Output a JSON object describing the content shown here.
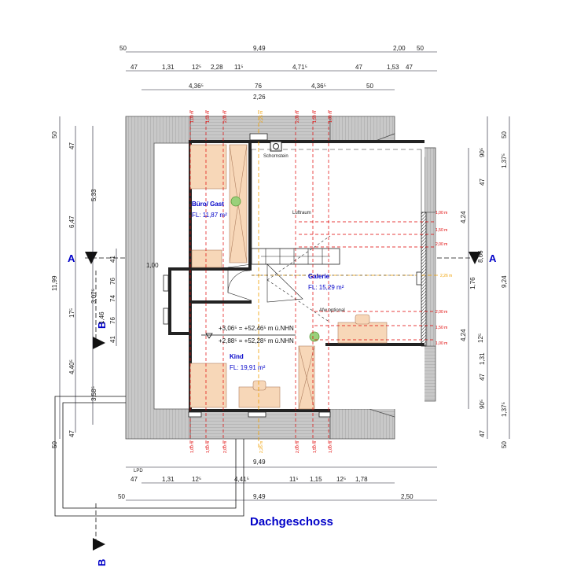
{
  "title": "Dachgeschoss",
  "rooms": [
    {
      "name": "Büro/ Gast",
      "area": "FL: 11,87 m²"
    },
    {
      "name": "Galerie",
      "area": "FL: 15,29 m²"
    },
    {
      "name": "Kind",
      "area": "FL: 19,91 m²"
    }
  ],
  "labels": {
    "schornstein": "Schornstein",
    "luftraum": "Luftraum",
    "afw": "Afw optional",
    "lpd": "LPD",
    "level1": "+3,06⁵ = +52,46⁵ m ü.NHN",
    "level2": "+2,88⁵ = +52,28⁵ m ü.NHN"
  },
  "sections": {
    "a": "A",
    "b": "B"
  },
  "dims_top_row1": [
    "50",
    "9,49",
    "2,00",
    "50"
  ],
  "dims_top_row2": [
    "47",
    "1,31",
    "12⁵",
    "2,28",
    "11⁵",
    "4,71⁵",
    "47",
    "1,53",
    "47"
  ],
  "dims_top_row3": [
    "4,36⁵",
    "76",
    "4,36⁵",
    "50"
  ],
  "dims_top_row3b": [
    "2,26"
  ],
  "dims_bottom_row1": [
    "9,49"
  ],
  "dims_bottom_row2": [
    "47",
    "1,31",
    "12⁵",
    "4,41⁵",
    "11⁵",
    "1,15",
    "12⁵",
    "1,78"
  ],
  "dims_bottom_row3": [
    "50",
    "9,49",
    "2,50"
  ],
  "dims_left_outer": [
    "50",
    "11,99",
    "50"
  ],
  "dims_left_mid": [
    "47",
    "6,47",
    "17⁵",
    "4,40⁵",
    "47"
  ],
  "dims_left_inner": [
    "5,33",
    "1,00",
    "3,07⁵",
    "1,46",
    "3,58⁵"
  ],
  "dims_left_small": [
    "41",
    "76",
    "74",
    "76",
    "41"
  ],
  "dims_right_outer": [
    "50",
    "1,37⁵",
    "9,24",
    "1,37⁵",
    "50"
  ],
  "dims_right_mid": [
    "90⁵",
    "47",
    "4,24",
    "1,76",
    "4,24",
    "1,31",
    "47",
    "90⁵",
    "47"
  ],
  "dims_right_inner": [
    "8,66",
    "12⁵"
  ],
  "height_marks_left": [
    "1,00 m",
    "1,50 m",
    "2,00 m"
  ],
  "height_marks_right": [
    "2,00 m",
    "1,50 m",
    "1,00 m",
    "2,00 m",
    "1,50 m",
    "1,00 m"
  ],
  "height_mark_orange": "2,26 m"
}
